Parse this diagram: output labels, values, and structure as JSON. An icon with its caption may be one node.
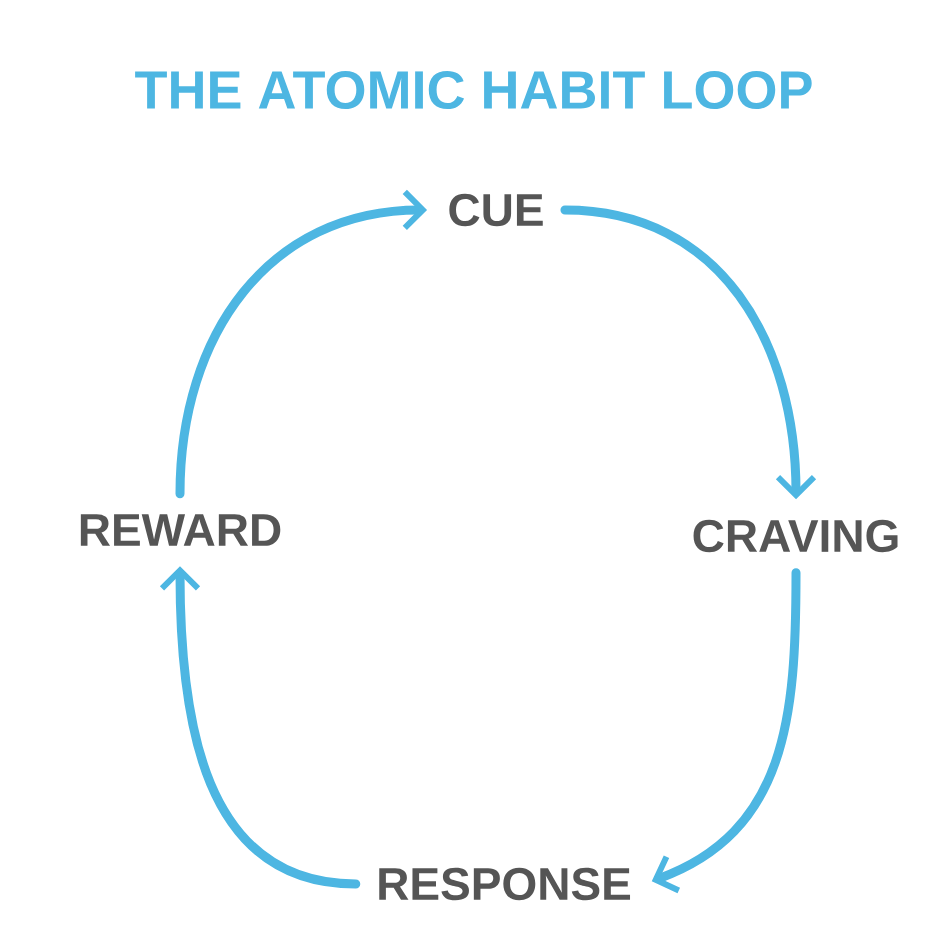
{
  "diagram": {
    "title": "THE ATOMIC HABIT LOOP",
    "nodes": [
      {
        "text": [
          "CUE"
        ]
      },
      {
        "text": [
          "REWARD"
        ]
      },
      {
        "text": [
          "CRAVING"
        ]
      },
      {
        "text": [
          "RESPONSE"
        ]
      }
    ],
    "edges": [
      {
        "from": 0,
        "to": 2,
        "arrow": "to"
      },
      {
        "from": 2,
        "to": 3,
        "arrow": "to"
      },
      {
        "from": 3,
        "to": 1,
        "arrow": "to"
      },
      {
        "from": 1,
        "to": 0,
        "arrow": "to"
      }
    ]
  }
}
